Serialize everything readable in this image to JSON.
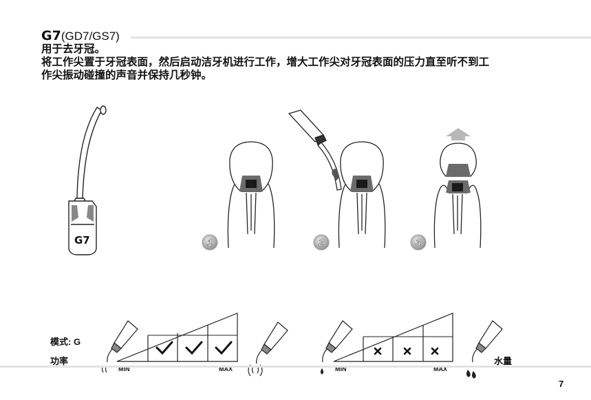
{
  "header": {
    "code": "G7",
    "variants": "(GD7/GS7)",
    "line1": "用于去牙冠。",
    "line2": "将工作尖置于牙冠表面，然后启动洁牙机进行工作，增大工作尖对牙冠表面的压力直至听不到工",
    "line3": "作尖振动碰撞的声音并保持几秒钟。"
  },
  "tip_label": "G7",
  "steps": [
    "1",
    "2",
    "3"
  ],
  "settings": {
    "mode_label": "模式: G",
    "power_label": "功率",
    "water_label": "水量",
    "min_label": "MIN",
    "max_label": "MAX",
    "power_level": {
      "active_segments": 3,
      "total_segments": 3
    },
    "water_level": {
      "active_segments": 0,
      "total_segments": 3
    }
  },
  "page_number": "7",
  "colors": {
    "rule": "#e3e3e3",
    "step_badge": "#9a9a9a",
    "ink": "#111111"
  }
}
